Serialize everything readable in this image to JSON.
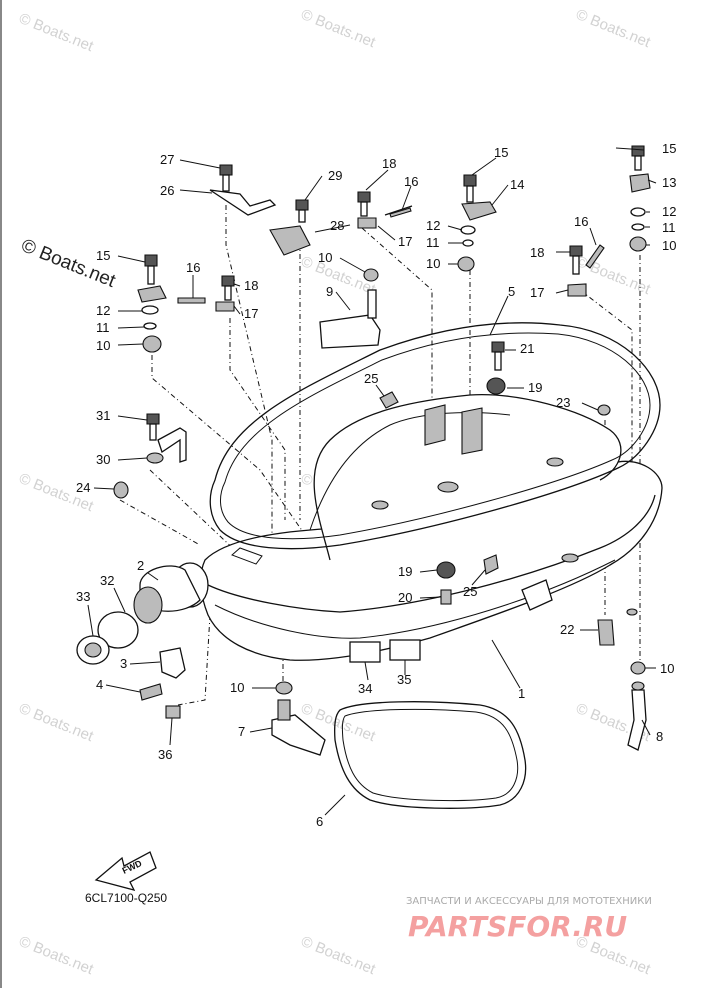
{
  "diagram_code": "6CL7100-Q250",
  "fwd_label": "FWD",
  "watermarks": {
    "boats": "© Boats.net",
    "promo_caption": "ЗАПЧАСТИ И АКСЕССУАРЫ ДЛЯ МОТОТЕХНИКИ",
    "promo_logo": "PARTSFOR.RU"
  },
  "callouts": {
    "c1": "1",
    "c2": "2",
    "c3": "3",
    "c4": "4",
    "c5": "5",
    "c6": "6",
    "c7": "7",
    "c8": "8",
    "c9": "9",
    "c10a": "10",
    "c10b": "10",
    "c10c": "10",
    "c10d": "10",
    "c10e": "10",
    "c10f": "10",
    "c11a": "11",
    "c11b": "11",
    "c11c": "11",
    "c12a": "12",
    "c12b": "12",
    "c12c": "12",
    "c13": "13",
    "c14": "14",
    "c15a": "15",
    "c15b": "15",
    "c15c": "15",
    "c16a": "16",
    "c16b": "16",
    "c16c": "16",
    "c17a": "17",
    "c17b": "17",
    "c17c": "17",
    "c18a": "18",
    "c18b": "18",
    "c18c": "18",
    "c19a": "19",
    "c19b": "19",
    "c20": "20",
    "c21": "21",
    "c22": "22",
    "c23": "23",
    "c24": "24",
    "c25a": "25",
    "c25b": "25",
    "c26": "26",
    "c27": "27",
    "c28": "28",
    "c29": "29",
    "c30": "30",
    "c31": "31",
    "c32": "32",
    "c33": "33",
    "c34": "34",
    "c35": "35",
    "c36": "36"
  }
}
